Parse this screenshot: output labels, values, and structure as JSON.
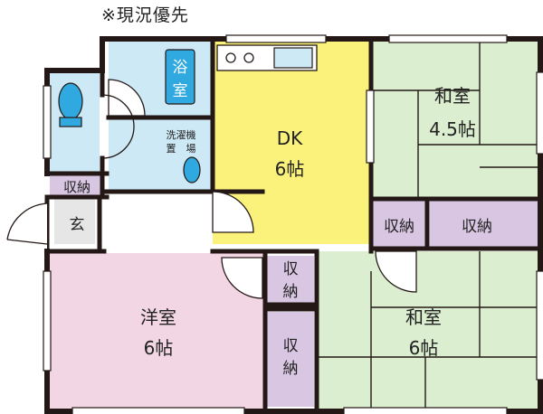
{
  "note": "※現況優先",
  "rooms": {
    "bath": "浴室",
    "dk_name": "DK",
    "dk_size": "6帖",
    "washer_line1": "洗濯機",
    "washer_line2": "置　場",
    "storage_hall": "収納",
    "entrance": "玄",
    "washitsu1_name": "和室",
    "washitsu1_size": "4.5帖",
    "storage_a": "収納",
    "storage_b": "収納",
    "storage_c_line1": "収",
    "storage_c_line2": "納",
    "storage_d_line1": "収",
    "storage_d_line2": "納",
    "youshitsu_name": "洋室",
    "youshitsu_size": "6帖",
    "washitsu2_name": "和室",
    "washitsu2_size": "6帖"
  },
  "colors": {
    "wall": "#231815",
    "bath_blue": "#cde9f6",
    "fixture_blue": "#2fa9df",
    "dk_yellow": "#fbf27c",
    "tatami_green": "#dbeecf",
    "storage_purple": "#d9c6e2",
    "youshitsu_pink": "#f3d6e3",
    "entrance_gray": "#e6e6e6"
  }
}
